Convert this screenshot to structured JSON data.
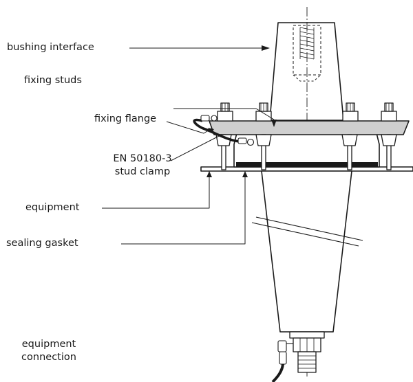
{
  "labels": {
    "bushing_interface": "bushing interface",
    "fixing_studs": "fixing studs",
    "fixing_flange": "fixing flange",
    "stud_clamp_line1": "EN 50180-3",
    "stud_clamp_line2": "stud clamp",
    "equipment": "equipment",
    "sealing_gasket": "sealing gasket",
    "equipment_connection_line1": "equipment",
    "equipment_connection_line2": "connection"
  },
  "colors": {
    "line": "#1a1a1a",
    "flange_fill": "#cfcfcf",
    "gasket": "#1a1a1a",
    "cable": "#1a1a1a"
  }
}
